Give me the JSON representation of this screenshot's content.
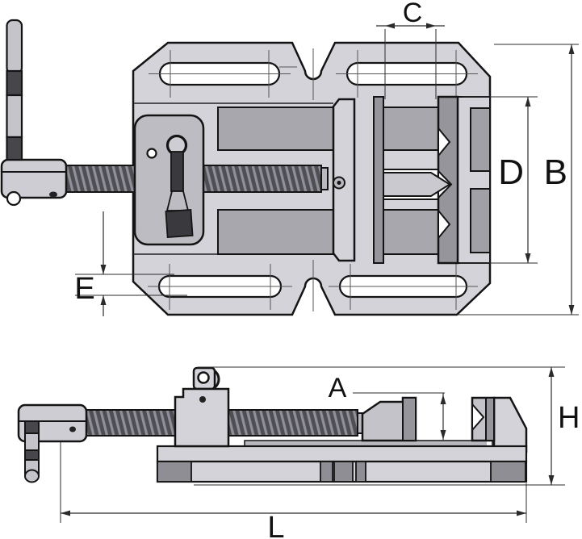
{
  "drawing": {
    "labels": {
      "A": "A",
      "B": "B",
      "C": "C",
      "D": "D",
      "E": "E",
      "H": "H",
      "L": "L"
    },
    "colors": {
      "background": "#ffffff",
      "body": "#d3d3d9",
      "carrier_plate": "#bcbcc2",
      "rail": "#a7a7ad",
      "end_block": "#a0a0a6",
      "jaw_face": "#95959b",
      "jaw_side": "#c3c3c9",
      "spear": "#c9c9cf",
      "hub": "#cdcdd3",
      "handle_light": "#c4c4ca",
      "handle_dark": "#47474b",
      "lever_dark": "#3a3a3e",
      "base_dark": "#8e8e94",
      "deck": "#b9b9bf",
      "screw_dark": "#4e4e53",
      "screw_light": "#90909a",
      "cap": "#b9b9bf",
      "slot": "#ffffff",
      "outline": "#141414",
      "dimension": "#2b2b2b"
    }
  }
}
